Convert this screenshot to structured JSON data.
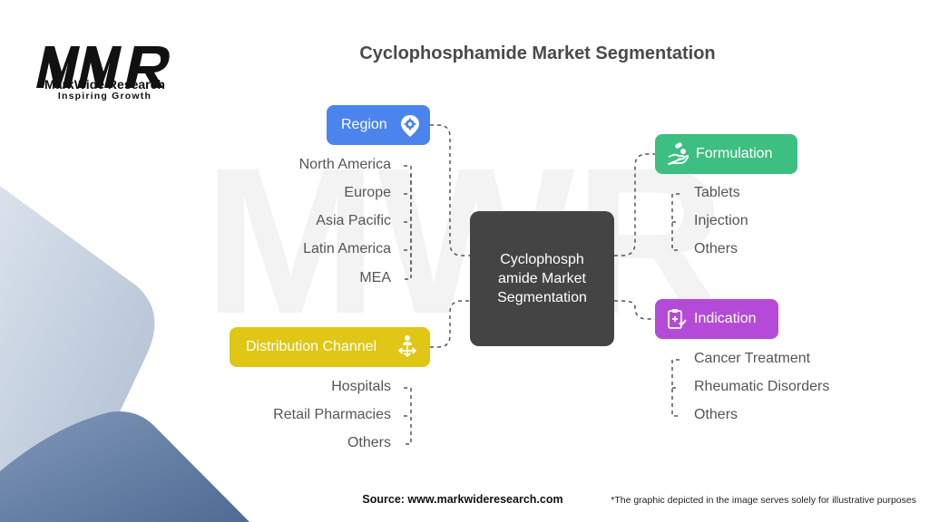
{
  "brand": {
    "name": "MarkWide Research",
    "tagline": "Inspiring Growth"
  },
  "title": "Cyclophosphamide Market Segmentation",
  "center": {
    "label": "Cyclophosph amide Market Segmentation"
  },
  "segments": {
    "region": {
      "label": "Region",
      "icon": "location-gear-icon",
      "color": "#4a84ec",
      "items": [
        "North America",
        "Europe",
        "Asia Pacific",
        "Latin America",
        "MEA"
      ]
    },
    "distribution": {
      "label": "Distribution Channel",
      "icon": "network-person-icon",
      "color": "#e0c615",
      "items": [
        "Hospitals",
        "Retail Pharmacies",
        "Others"
      ]
    },
    "formulation": {
      "label": "Formulation",
      "icon": "hand-pills-icon",
      "color": "#3dbf82",
      "items": [
        "Tablets",
        "Injection",
        "Others"
      ]
    },
    "indication": {
      "label": "Indication",
      "icon": "medical-report-icon",
      "color": "#b64ad8",
      "items": [
        "Cancer Treatment",
        "Rheumatic Disorders",
        "Others"
      ]
    }
  },
  "footer": {
    "source": "Source: www.markwideresearch.com",
    "disclaimer": "*The graphic depicted in the image serves solely for illustrative purposes"
  }
}
